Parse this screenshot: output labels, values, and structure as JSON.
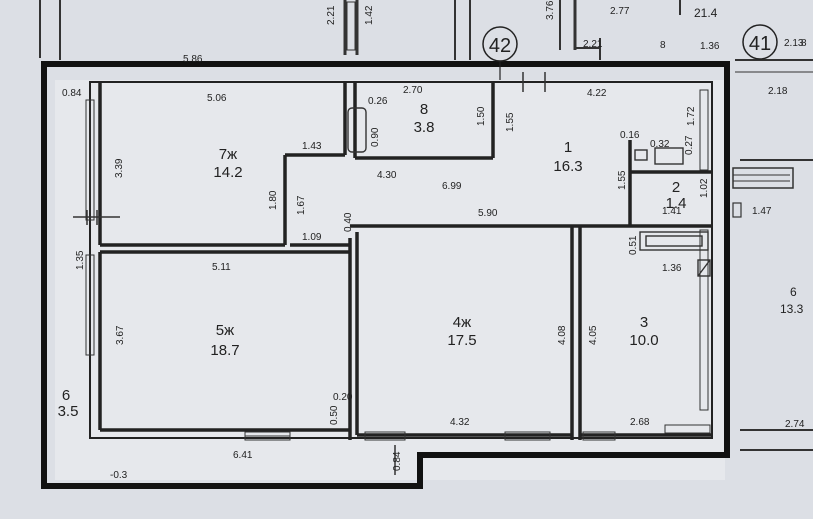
{
  "rooms": [
    {
      "id": "r7",
      "number": "7ж",
      "area": "14.2"
    },
    {
      "id": "r8",
      "number": "8",
      "area": "3.8"
    },
    {
      "id": "r1",
      "number": "1",
      "area": "16.3"
    },
    {
      "id": "r2",
      "number": "2",
      "area": "1.4"
    },
    {
      "id": "r5",
      "number": "5ж",
      "area": "18.7"
    },
    {
      "id": "r4",
      "number": "4ж",
      "area": "17.5"
    },
    {
      "id": "r3",
      "number": "3",
      "area": "10.0"
    },
    {
      "id": "r6",
      "number": "6",
      "area": "3.5"
    }
  ],
  "dimensions": [
    "0.84",
    "5.86",
    "5.06",
    "2.70",
    "0.26",
    "0.90",
    "1.50",
    "1.55",
    "4.22",
    "1.72",
    "3.39",
    "1.43",
    "1.80",
    "1.67",
    "4.30",
    "6.99",
    "0.16",
    "0.32",
    "0.27",
    "1.55",
    "1.02",
    "1.41",
    "1.09",
    "0.40",
    "5.90",
    "0.51",
    "1.36",
    "1.35",
    "5.11",
    "3.67",
    "4.08",
    "4.05",
    "0.20",
    "0.50",
    "4.32",
    "2.68",
    "6.41",
    "0.84",
    "-0.3"
  ],
  "exterior": {
    "axis_42": "42",
    "axis_41": "41",
    "top_labels": [
      "2.21",
      "1.42",
      "3.76",
      "2.77",
      "21.4",
      "2.21",
      "8",
      "1.36",
      "2.18",
      "2.13",
      "8"
    ],
    "right_labels": [
      "1.47",
      "6",
      "13.3",
      "2.74"
    ]
  }
}
